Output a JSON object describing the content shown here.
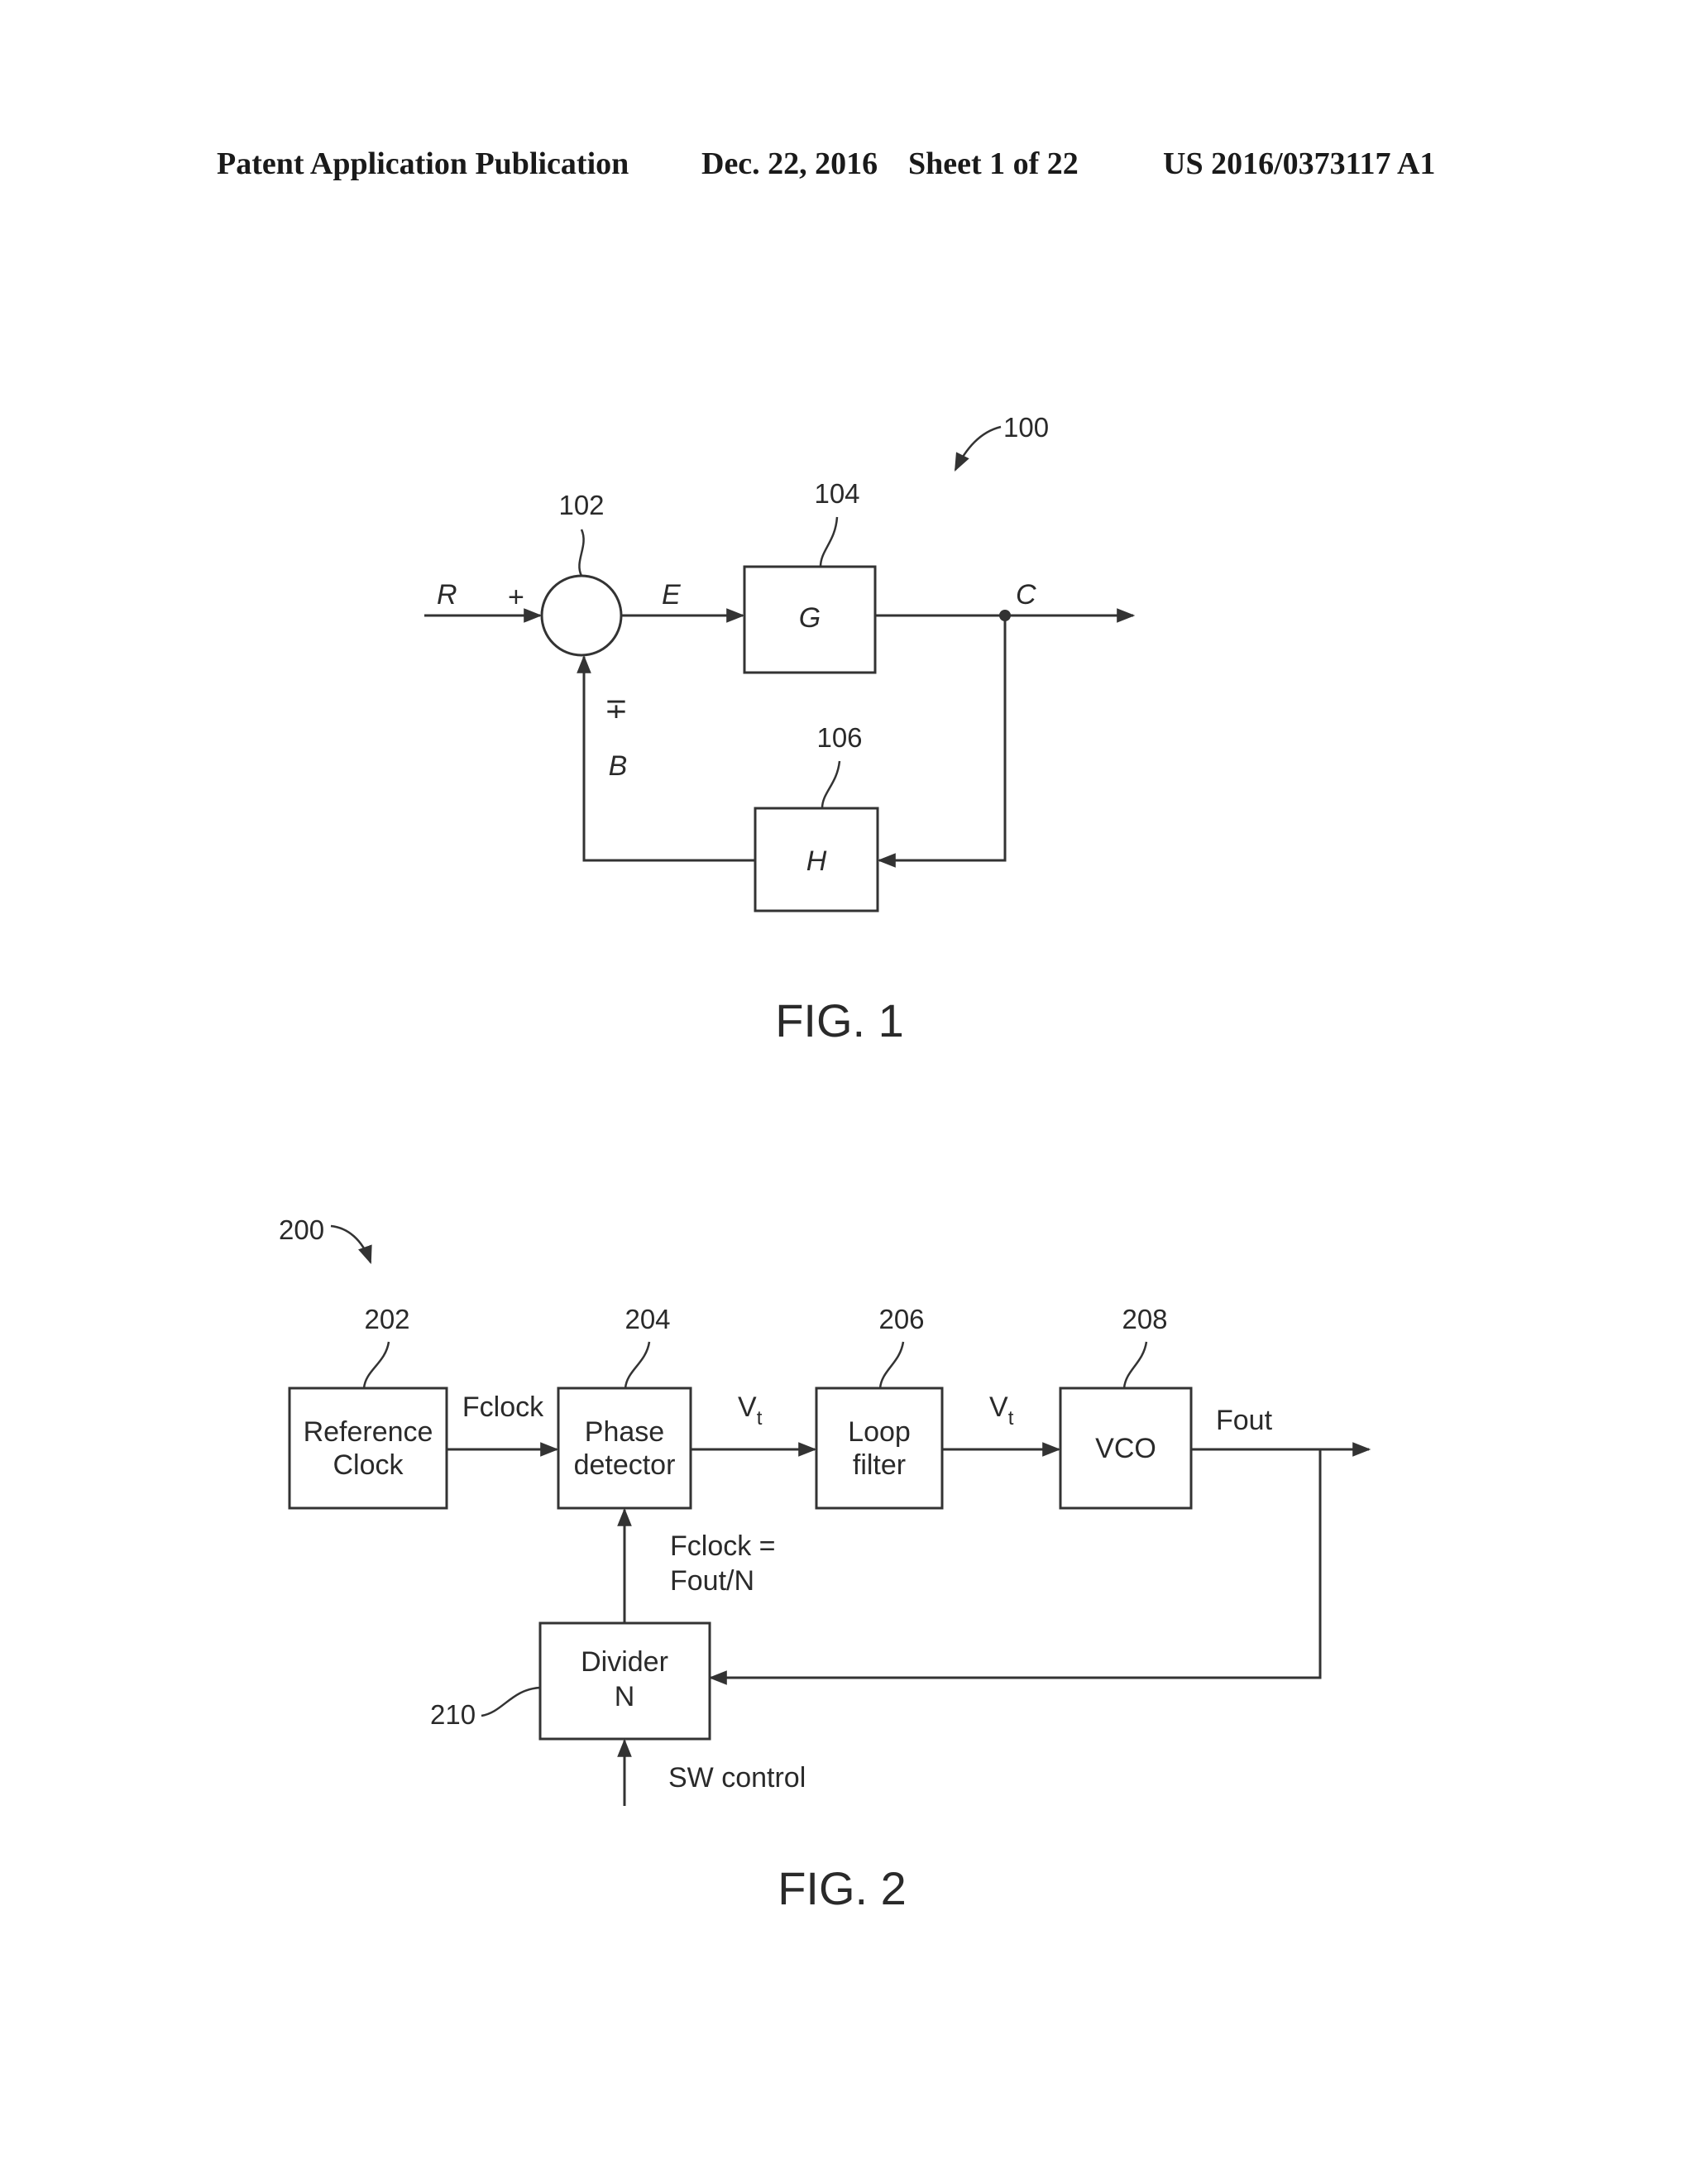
{
  "header": {
    "publication": "Patent Application Publication",
    "date": "Dec. 22, 2016",
    "sheet": "Sheet 1 of 22",
    "number": "US 2016/0373117 A1"
  },
  "fig1": {
    "caption": "FIG. 1",
    "ref_system": "100",
    "ref_summer": "102",
    "ref_g_block": "104",
    "ref_h_block": "106",
    "input_label": "R",
    "plus_sign": "+",
    "feedback_sign": "∓",
    "error_label": "E",
    "output_label": "C",
    "feedback_label": "B",
    "g_label": "G",
    "h_label": "H"
  },
  "fig2": {
    "caption": "FIG. 2",
    "ref_system": "200",
    "ref_clock": "202",
    "ref_phase": "204",
    "ref_filter": "206",
    "ref_vco": "208",
    "ref_divider": "210",
    "clock_line1": "Reference",
    "clock_line2": "Clock",
    "phase_line1": "Phase",
    "phase_line2": "detector",
    "filter_line1": "Loop",
    "filter_line2": "filter",
    "vco_label": "VCO",
    "divider_line1": "Divider",
    "divider_line2": "N",
    "fclock_label": "Fclock",
    "vt1_main": "V",
    "vt1_sub": "t",
    "vt2_main": "V",
    "vt2_sub": "t",
    "fout_label": "Fout",
    "feedback_line1": "Fclock =",
    "feedback_line2": "Fout/N",
    "control_label": "SW control"
  }
}
